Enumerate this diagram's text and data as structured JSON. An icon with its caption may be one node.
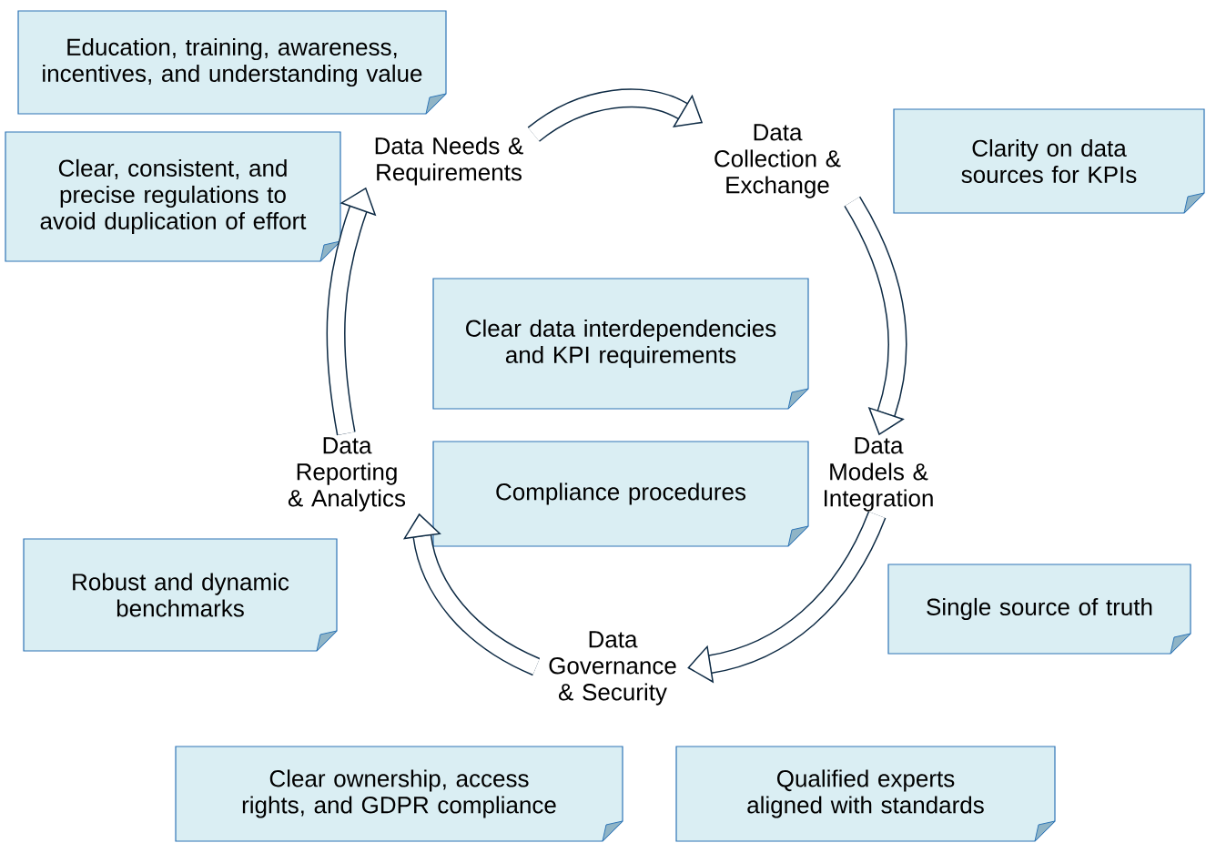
{
  "diagram": {
    "nodes": [
      {
        "text": [
          "Education, training, awareness, incentives, and understanding value"
        ]
      },
      {
        "text": [
          "Data Needs & Requirements"
        ]
      },
      {
        "text": [
          "Data Collection & Exchange"
        ]
      },
      {
        "text": [
          "Clarity on data sources for KPIs"
        ]
      },
      {
        "text": [
          "Clear, consistent, and precise regulations to avoid duplication of effort"
        ]
      },
      {
        "text": [
          "Clear data interdependencies and KPI requirements"
        ]
      },
      {
        "text": [
          "Data Reporting & Analytics"
        ]
      },
      {
        "text": [
          "Compliance procedures"
        ]
      },
      {
        "text": [
          "Data Models & Integration"
        ]
      },
      {
        "text": [
          "Robust and dynamic benchmarks"
        ]
      },
      {
        "text": [
          "Single source of truth"
        ]
      },
      {
        "text": [
          "Data Governance & Security"
        ]
      },
      {
        "text": [
          "Clear ownership, access rights, and GDPR compliance"
        ]
      },
      {
        "text": [
          "Qualified experts aligned with standards"
        ]
      }
    ],
    "edges": [
      {
        "from": 1,
        "to": 2,
        "arrow": "to"
      },
      {
        "from": 2,
        "to": 8,
        "arrow": "to"
      },
      {
        "from": 8,
        "to": 11,
        "arrow": "to"
      },
      {
        "from": 11,
        "to": 6,
        "arrow": "to"
      },
      {
        "from": 6,
        "to": 1,
        "arrow": "to"
      }
    ]
  }
}
